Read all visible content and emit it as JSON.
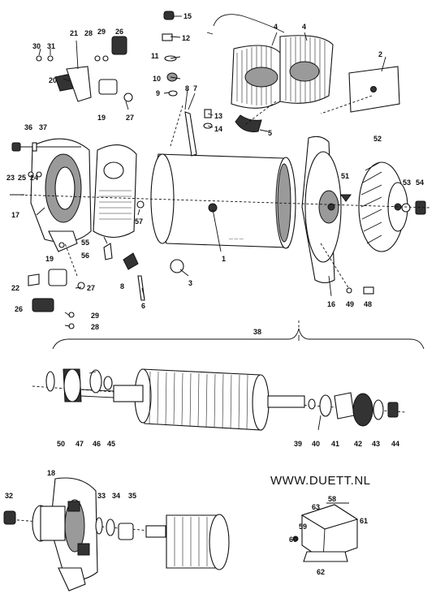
{
  "website": "WWW.DUETT.NL",
  "callouts": {
    "c1": "1",
    "c2": "2",
    "c3": "3",
    "c4a": "4",
    "c4b": "4",
    "c5": "5",
    "c6": "6",
    "c7": "7",
    "c8a": "8",
    "c8b": "8",
    "c9": "9",
    "c10": "10",
    "c11": "11",
    "c12": "12",
    "c13": "13",
    "c14": "14",
    "c15": "15",
    "c16": "16",
    "c17": "17",
    "c18": "18",
    "c19a": "19",
    "c19b": "19",
    "c20": "20",
    "c21": "21",
    "c22": "22",
    "c23": "23",
    "c24": "24",
    "c25": "25",
    "c26a": "26",
    "c26b": "26",
    "c27a": "27",
    "c27b": "27",
    "c28a": "28",
    "c28b": "28",
    "c29a": "29",
    "c29b": "29",
    "c30": "30",
    "c31": "31",
    "c32": "32",
    "c33": "33",
    "c34": "34",
    "c35": "35",
    "c36": "36",
    "c37": "37",
    "c38": "38",
    "c39": "39",
    "c40": "40",
    "c41": "41",
    "c42": "42",
    "c43": "43",
    "c44": "44",
    "c45": "45",
    "c46": "46",
    "c47": "47",
    "c48": "48",
    "c49": "49",
    "c50": "50",
    "c51": "51",
    "c52": "52",
    "c53": "53",
    "c54": "54",
    "c55": "55",
    "c56": "56",
    "c57": "57",
    "c58": "58",
    "c59": "59",
    "c60": "60",
    "c61": "61",
    "c62": "62",
    "c63": "63"
  }
}
